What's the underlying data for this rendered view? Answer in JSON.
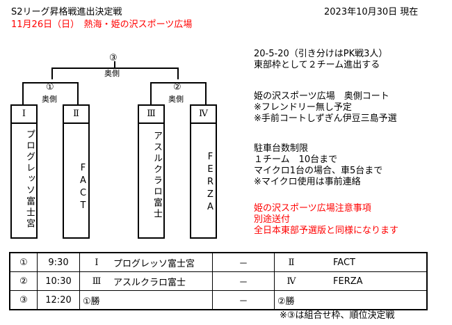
{
  "header": {
    "title": "S2リーグ昇格戦進出決定戦",
    "date_status": "2023年10月30日 現在",
    "event_line": "11月26日（日）　熱海・姫の沢スポーツ広場"
  },
  "bracket": {
    "final": {
      "circle": "③",
      "court": "奥側"
    },
    "semi_left": {
      "circle": "①",
      "court": "奥側"
    },
    "semi_right": {
      "circle": "②",
      "court": "奥側"
    },
    "teams": [
      {
        "num": "Ⅰ",
        "name": "プログレッソ富士宮"
      },
      {
        "num": "Ⅱ",
        "name": "FACT"
      },
      {
        "num": "Ⅲ",
        "name": "アスルクラロ富士"
      },
      {
        "num": "Ⅳ",
        "name": "FERZA"
      }
    ]
  },
  "notes": {
    "rules": [
      "20-5-20（引き分けはPK戦3人）",
      "東部枠として２チーム進出する"
    ],
    "venue": [
      "姫の沢スポーツ広場　奥側コート",
      "※フレンドリー無し予定",
      "※手前コートしずぎん伊豆三島予選"
    ],
    "parking": [
      "駐車台数制限",
      "１チーム　10台まで",
      "マイクロ1台の場合、車5台まで",
      "※マイクロ使用は事前連絡"
    ],
    "caution": [
      "姫の沢スポーツ広場注意事項",
      "別途送付",
      "全日本東部予選版と同様になります"
    ]
  },
  "schedule": [
    {
      "match": "①",
      "time": "9:30",
      "home_num": "Ⅰ",
      "home": "プログレッソ富士宮",
      "vs": "－",
      "away_num": "Ⅱ",
      "away": "FACT"
    },
    {
      "match": "②",
      "time": "10:30",
      "home_num": "Ⅲ",
      "home": "アスルクラロ富士",
      "vs": "－",
      "away_num": "Ⅳ",
      "away": "FERZA"
    },
    {
      "match": "③",
      "time": "12:20",
      "home_num": "",
      "home": "①勝",
      "vs": "－",
      "away_num": "",
      "away": "②勝"
    }
  ],
  "footnote": "※③は組合せ枠、順位決定戦"
}
